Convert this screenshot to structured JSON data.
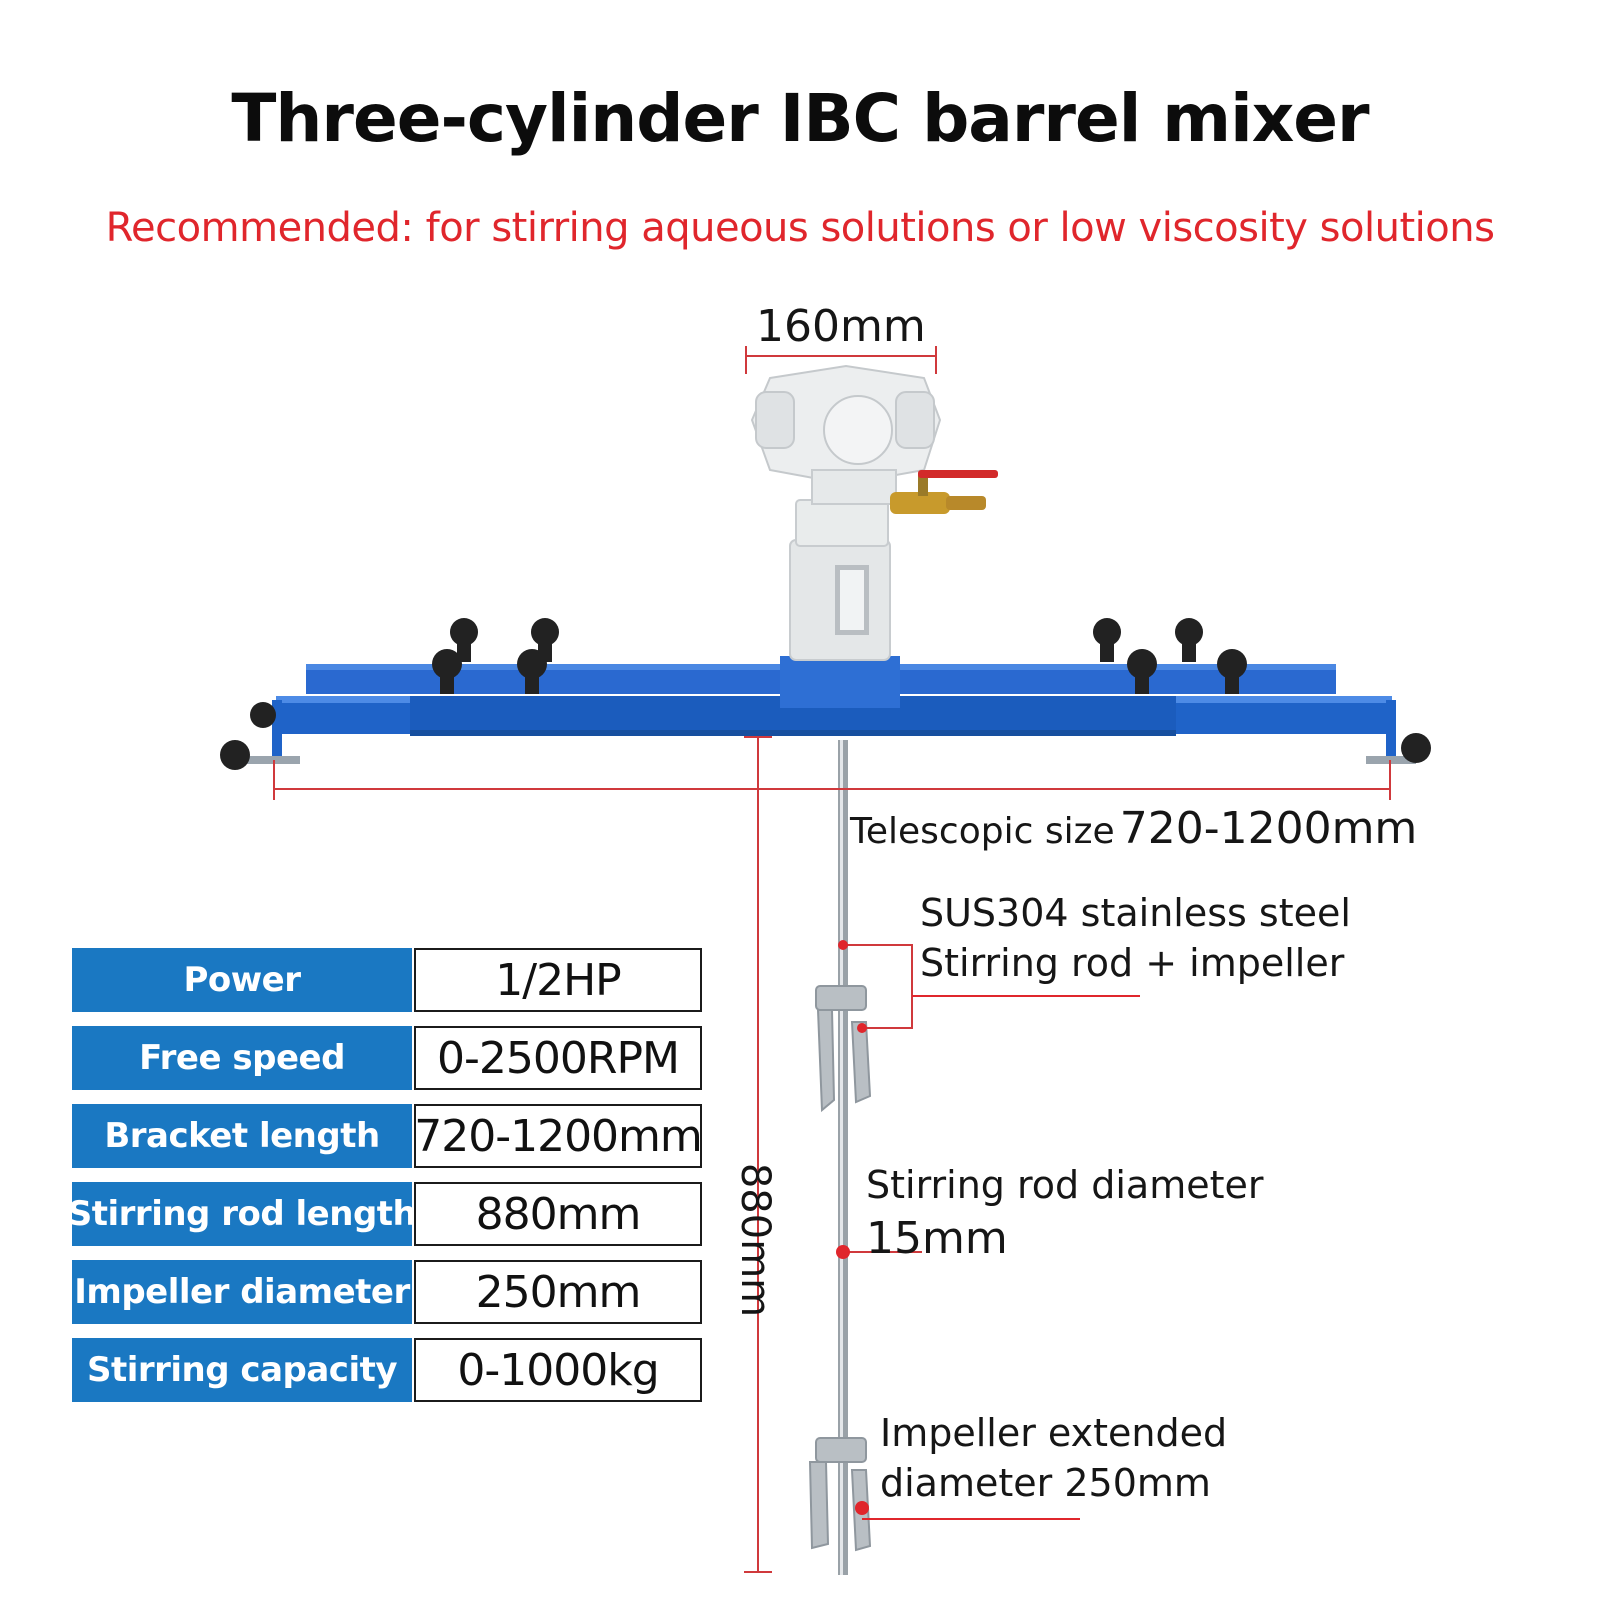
{
  "title": "Three-cylinder IBC barrel mixer",
  "subtitle": "Recommended: for stirring aqueous solutions or low viscosity solutions",
  "dimensions": {
    "head_width": "160mm",
    "telescopic_label": "Telescopic size",
    "telescopic_value": "720-1200mm",
    "rod_length": "880mm"
  },
  "callouts": {
    "rod_material_line1": "SUS304 stainless steel",
    "rod_material_line2": "Stirring rod + impeller",
    "rod_diameter_line1": "Stirring rod diameter",
    "rod_diameter_line2": "15mm",
    "impeller_line1": "Impeller extended",
    "impeller_line2": "diameter 250mm"
  },
  "specs": [
    {
      "label": "Power",
      "value": "1/2HP"
    },
    {
      "label": "Free speed",
      "value": "0-2500RPM"
    },
    {
      "label": "Bracket length",
      "value": "720-1200mm"
    },
    {
      "label": "Stirring rod length",
      "value": "880mm"
    },
    {
      "label": "Impeller diameter",
      "value": "250mm"
    },
    {
      "label": "Stirring capacity",
      "value": "0-1000kg"
    }
  ],
  "colors": {
    "title": "#0c0c0c",
    "subtitle": "#e0262c",
    "dimension_lines": "#d0393c",
    "spec_key_bg": "#1a78c2",
    "bracket": "#1f63c8",
    "motor": "#e6e9ea"
  }
}
